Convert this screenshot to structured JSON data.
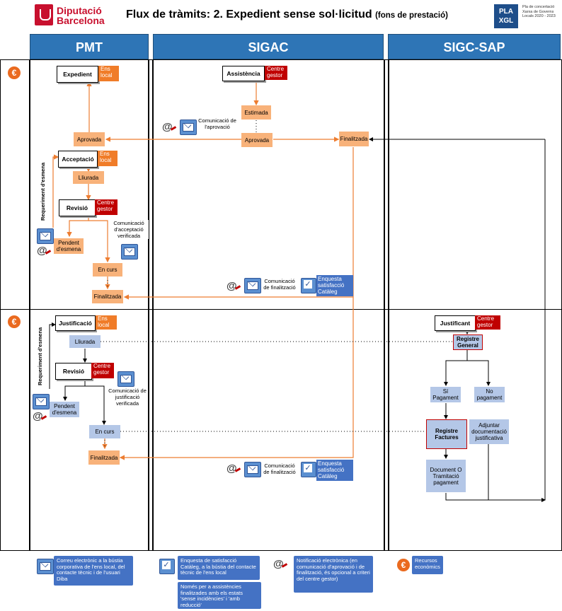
{
  "header": {
    "logo_line1": "Diputació",
    "logo_line2": "Barcelona",
    "title": "Flux de tràmits: 2. Expedient sense sol·licitud",
    "title_suffix": "(fons de prestació)",
    "pla_line1": "PLA",
    "pla_line2": "XGL",
    "pla_text": "Pla de concertació Xarxa de Governs Locals 2020 - 2023"
  },
  "columns": [
    "PMT",
    "SIGAC",
    "SIGC-SAP"
  ],
  "icons": {
    "euro": "euro-icon",
    "mail": "mail-icon",
    "at": "at-sign-icon",
    "check": "checkbox-icon"
  },
  "colors": {
    "orange": "#f8b27a",
    "blue": "#b4c7e7",
    "header_blue": "#2e75b6",
    "red": "#c00000",
    "tag_orange": "#f07c28"
  },
  "top": {
    "expedient": "Expedient",
    "ens_local": "Ens local",
    "aprovada": "Aprovada",
    "acceptacio": "Acceptació",
    "lliurada": "Lliurada",
    "revisio": "Revisió",
    "centre_gestor": "Centre gestor",
    "pendent": "Pendent d'esmena",
    "comunicacio_acceptacio": "Comunicació d'acceptació verificada",
    "en_curs": "En curs",
    "finalitzada": "Finalitzada",
    "requeriment": "Requeriment d'esmena",
    "assistencia": "Assistència",
    "estimada": "Estimada",
    "aprovada2": "Aprovada",
    "comunicacio_aprovacio": "Comunicació de l'aprovació",
    "finalitzada_sigac": "Finalitzada",
    "comunicacio_finalitzacio": "Comunicació de finalització",
    "enquesta": "Enquesta satisfacció Catàleg"
  },
  "bottom": {
    "justificacio": "Justificació",
    "ens_local": "Ens local",
    "lliurada": "Lliurada",
    "revisio": "Revisió",
    "centre_gestor": "Centre gestor",
    "comunicacio_justificacio": "Comunicació de justificació verificada",
    "pendent": "Pendent d'esmena",
    "en_curs": "En curs",
    "finalitzada": "Finalitzada",
    "requeriment": "Requeriment d'esmena",
    "comunicacio_finalitzacio": "Comunicació de finalització",
    "enquesta": "Enquesta satisfacció Catàleg",
    "justificant": "Justificant",
    "centre_gestor2": "Centre gestor",
    "registre_general": "Registre General",
    "si_pagament": "Sí Pagament",
    "no_pagament": "No pagament",
    "registre_factures": "Registre Factures",
    "adjuntar": "Adjuntar documentació justificativa",
    "document": "Document O Tramitació pagament"
  },
  "legend": {
    "mail": "Correu electrònic a la bústia corporativa de l'ens local, del contacte tècnic i de l'usuari Diba",
    "enquesta": "Enquesta de satisfacció Catàleg, a la bústia del contacte tècnic de l'ens local",
    "enquesta_note": "Només per a assistències finalitzades amb els estats 'sense incidències' i 'amb reducció'",
    "notificacio": "Notificació electrònica (en comunicació d'aprovació i de finalització, és opcional a criteri del centre gestor)",
    "recursos": "Recursos econòmics"
  }
}
